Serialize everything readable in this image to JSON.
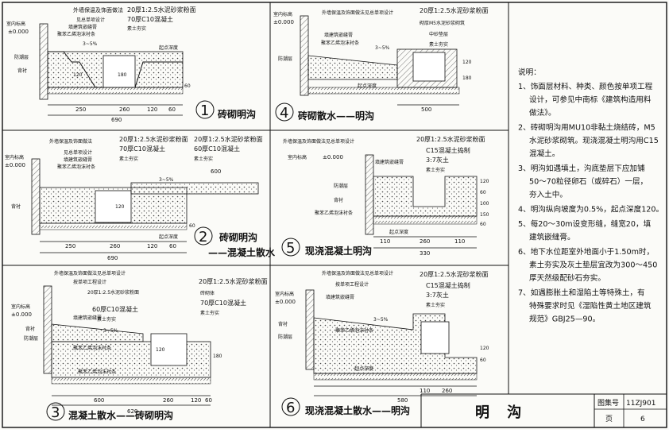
{
  "details": [
    {
      "num": "1",
      "title": "砖砌明沟",
      "labels": {
        "top_note": "外墙保温及饰面做法",
        "l1": "见总单项设计",
        "l2": "填建筑嵌缝膏",
        "l3": "聚苯乙烯泡沫衬条",
        "mortar": "20厚1:2.5水泥砂浆粉面",
        "concrete": "70厚C10混凝土",
        "soil": "素土夯实",
        "start_depth": "起点深度",
        "indoor": "室内标高",
        "zero": "±0.000",
        "damp": "防潮层",
        "plinth": "背衬",
        "slope": "3~5%"
      },
      "dims": [
        "250",
        "260",
        "120",
        "60",
        "690",
        "120",
        "180",
        "60"
      ]
    },
    {
      "num": "2",
      "title": "砖砌明沟",
      "title2": "——混凝土散水",
      "labels": {
        "top_note": "外墙保温及饰面做法",
        "l1": "见总单项设计",
        "l2": "填建筑嵌缝膏",
        "l3": "聚苯乙烯泡沫衬条",
        "mortar": "20厚1:2.5水泥砂浆粉面",
        "concrete": "70厚C10混凝土",
        "concrete2": "60厚C10混凝土",
        "soil": "素土夯实",
        "soil2": "素土夯实",
        "start_depth": "起点深度",
        "indoor": "室内标高",
        "zero": "±0.000",
        "plinth": "背衬",
        "slope": "3~5%"
      },
      "dims": [
        "250",
        "260",
        "120",
        "60",
        "690",
        "600",
        "120",
        "60"
      ]
    },
    {
      "num": "3",
      "title": "混凝土散水——砖砌明沟",
      "labels": {
        "top_note": "外墙保温及饰面做法见总单项设计",
        "l1": "按单项工程设计",
        "l2": "填建筑嵌缝膏",
        "l3": "聚苯乙烯泡沫衬条",
        "l4": "聚苯乙烯泡沫衬条",
        "mortar": "20厚1:2.5水泥砂浆粉面",
        "concrete": "60厚C10混凝土",
        "soil": "素土夯实",
        "mortar2": "20厚1:2.5水泥砂浆粉面",
        "brick": "砖砌体",
        "concrete2": "70厚C10混凝土",
        "soil2": "素土夯实",
        "indoor": "室内标高",
        "zero": "±0.000",
        "damp": "防潮层",
        "plinth": "背衬",
        "slope": "3~5%"
      },
      "dims": [
        "600",
        "260",
        "120",
        "60",
        "620",
        "120",
        "180"
      ]
    },
    {
      "num": "4",
      "title": "砖砌散水——明沟",
      "labels": {
        "top_note": "外墙保温及饰面做法见总单项设计",
        "l1": "填建筑嵌缝膏",
        "l2": "聚苯乙烯泡沫衬条",
        "mortar": "20厚1:2.5水泥砂浆粉面",
        "brick": "砌厚M5水泥砂浆砌筑",
        "sand": "中砂垫层",
        "soil": "素土夯实",
        "start_depth": "起点深度",
        "indoor": "室内标高",
        "zero": "±0.000",
        "damp": "防潮层",
        "slope": "3~5%"
      },
      "dims": [
        "500",
        "120",
        "180"
      ]
    },
    {
      "num": "5",
      "title": "现浇混凝土明沟",
      "labels": {
        "top_note": "外墙保温及饰面做法见总单项设计",
        "l1": "填建筑嵌缝膏",
        "mortar": "20厚1:2.5水泥砂浆粉面",
        "concrete": "C15混凝土捣制",
        "lime": "3:7灰土",
        "soil": "素土夯实",
        "start_depth": "起点深度",
        "indoor": "室内标高",
        "zero": "±0.000",
        "damp": "防潮层",
        "plinth": "背衬",
        "l3": "聚苯乙烯泡沫衬条"
      },
      "dims": [
        "110",
        "260",
        "110",
        "330",
        "120",
        "60",
        "100",
        "150",
        "60"
      ]
    },
    {
      "num": "6",
      "title": "现浇混凝土散水——明沟",
      "labels": {
        "top_note": "外墙保温及饰面做法见总单项设计",
        "l1": "按单项工程设计",
        "l2": "填建筑嵌缝膏",
        "l3": "聚苯乙烯泡沫衬条",
        "mortar": "20厚1:2.5水泥砂浆粉面",
        "concrete": "C15混凝土捣制",
        "lime": "3:7灰土",
        "soil": "素土夯实",
        "start_depth": "起点深度",
        "indoor": "室内标高",
        "zero": "±0.000",
        "damp": "防潮层",
        "plinth": "背衬",
        "slope": "3~5%"
      },
      "dims": [
        "110",
        "260",
        "580",
        "120",
        "60"
      ]
    }
  ],
  "notes": {
    "heading": "说明：",
    "items": [
      [
        "1、饰面层材料、种类、颜色按单项工程",
        "设计，可参见中南标《建筑构造用料",
        "做法》。"
      ],
      [
        "2、砖砌明沟用MU10非黏土烧结砖，M5",
        "水泥砂浆砌筑。现浇混凝土明沟用C15",
        "混凝土。"
      ],
      [
        "3、明沟如遇填土，沟底垫层下应加铺",
        "50～70粒径卵石（或碎石）一层，",
        "夯入土中。"
      ],
      [
        "4、明沟纵向坡度为0.5%，起点深度120。"
      ],
      [
        "5、每20～30m设变形缝，缝宽20，填",
        "建筑嵌缝膏。"
      ],
      [
        "6、地下水位距室外地面小于1.50m时，",
        "素土夯实及灰土垫层宜改为300～450",
        "厚天然级配砂石夯实。"
      ],
      [
        "7、如遇膨胀土和湿陷土等特殊土，有",
        "特殊要求时见《湿陷性黄土地区建筑",
        "规范》GBJ25—90。"
      ]
    ]
  },
  "title_block": {
    "title": "明  沟",
    "atlas_label": "图集号",
    "atlas_no": "11ZJ901",
    "page_label": "页",
    "page_no": "6"
  },
  "colors": {
    "line": "#111111",
    "hatch": "#555555",
    "paper": "#fbfbf8"
  }
}
